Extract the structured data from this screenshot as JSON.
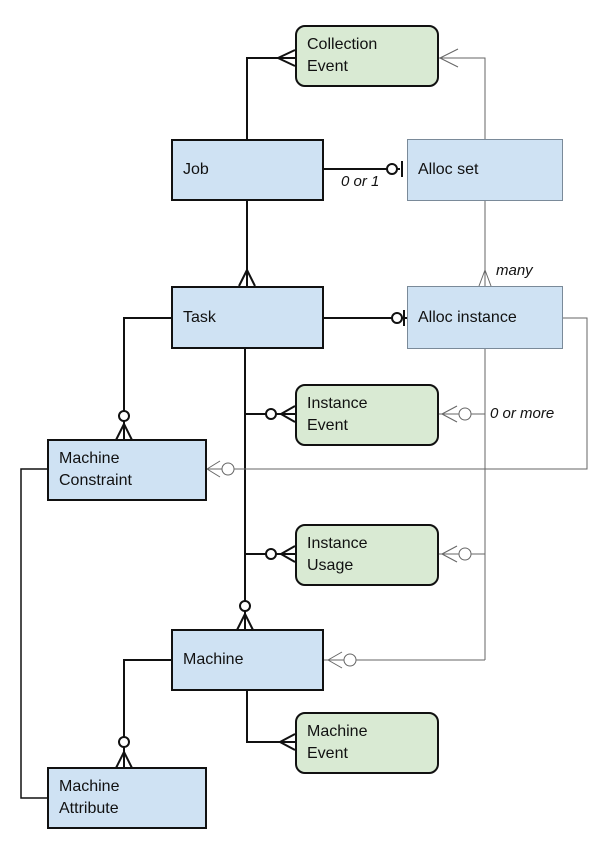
{
  "entities": {
    "collection_event": "Collection\nEvent",
    "job": "Job",
    "alloc_set": "Alloc set",
    "task": "Task",
    "alloc_instance": "Alloc instance",
    "instance_event": "Instance\nEvent",
    "machine_constraint": "Machine\nConstraint",
    "instance_usage": "Instance\nUsage",
    "machine": "Machine",
    "machine_event": "Machine\nEvent",
    "machine_attribute": "Machine\nAttribute"
  },
  "cardinality_labels": {
    "zero_or_one": "0 or 1",
    "many": "many",
    "zero_or_more": "0 or more"
  }
}
